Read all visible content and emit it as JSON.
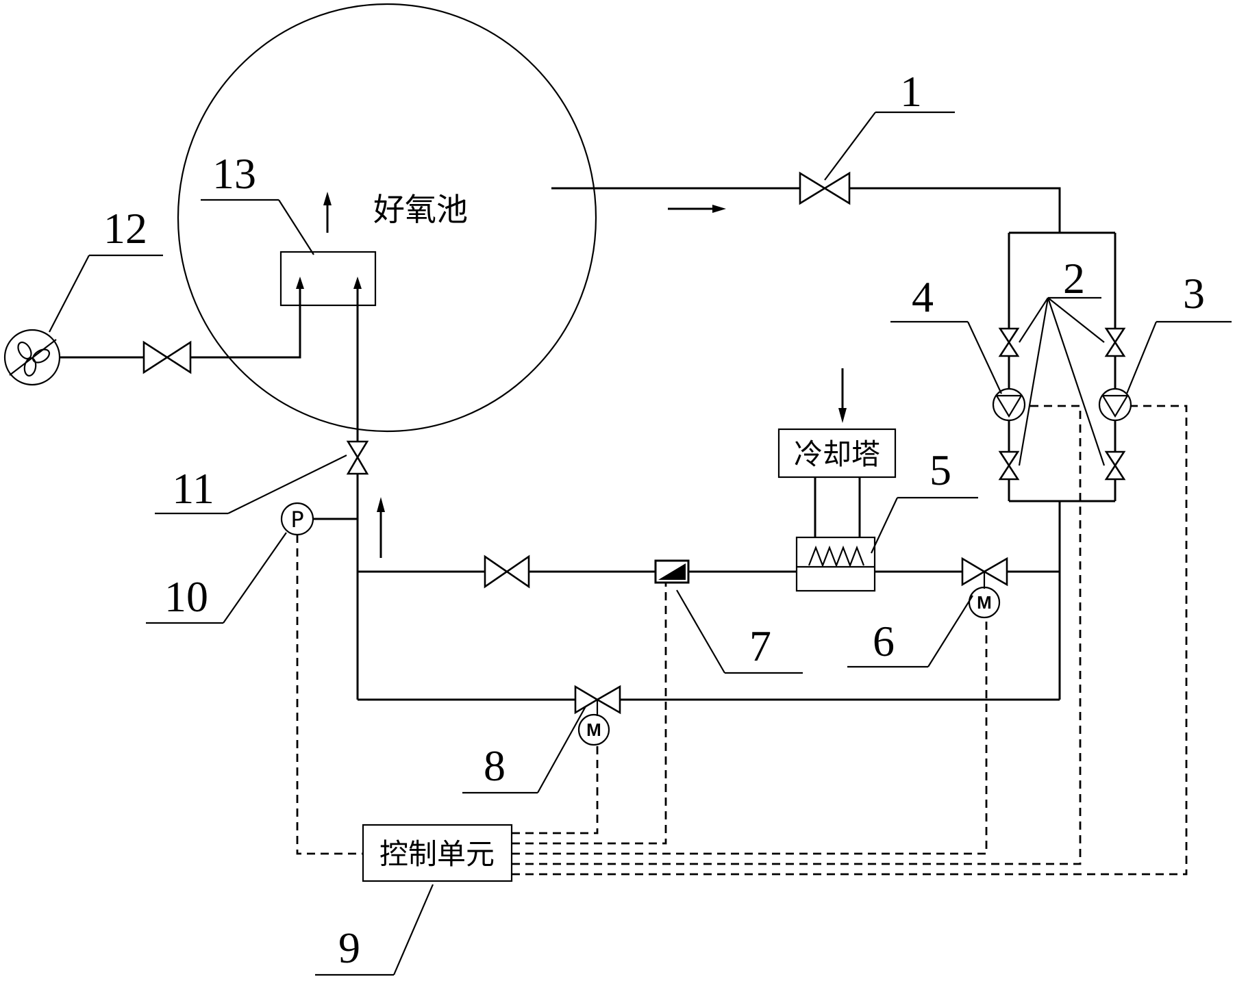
{
  "tank": {
    "label": "好氧池"
  },
  "cooling_tower": {
    "label": "冷却塔"
  },
  "control_unit": {
    "label": "控制单元"
  },
  "pressure_gauge": {
    "symbol": "P"
  },
  "motor_symbol": "M",
  "callouts": [
    "1",
    "2",
    "3",
    "4",
    "5",
    "6",
    "7",
    "8",
    "9",
    "10",
    "11",
    "12",
    "13"
  ],
  "colors": {
    "line": "#000000",
    "background": "#ffffff"
  }
}
